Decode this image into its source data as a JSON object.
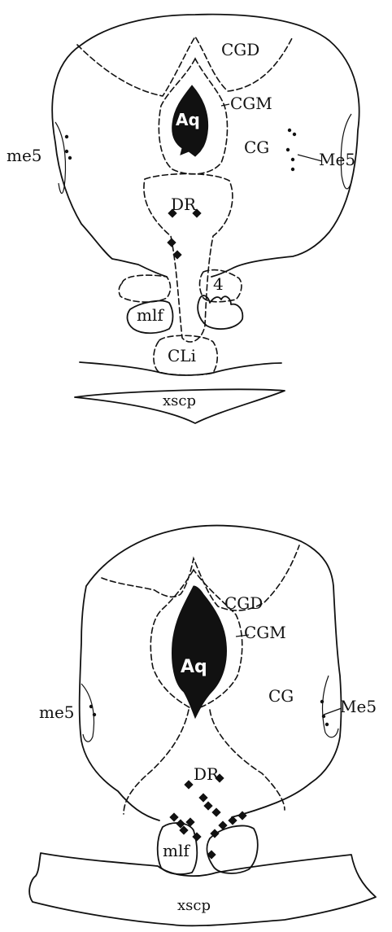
{
  "upper_section": {
    "labels": {
      "cgd": "CGD",
      "aq": "Aq",
      "cgm": "CGM",
      "me5_left": "me5",
      "cg": "CG",
      "me5_right": "Me5",
      "dr": "DR",
      "four": "4",
      "mlf": "mlf",
      "cli": "CLi",
      "xscp": "xscp"
    }
  },
  "lower_section": {
    "labels": {
      "cgd": "CGD",
      "cgm": "CGM",
      "aq": "Aq",
      "me5_left": "me5",
      "cg": "CG",
      "me5_right": "Me5",
      "dr": "DR",
      "mlf": "mlf",
      "xscp": "xscp"
    }
  }
}
